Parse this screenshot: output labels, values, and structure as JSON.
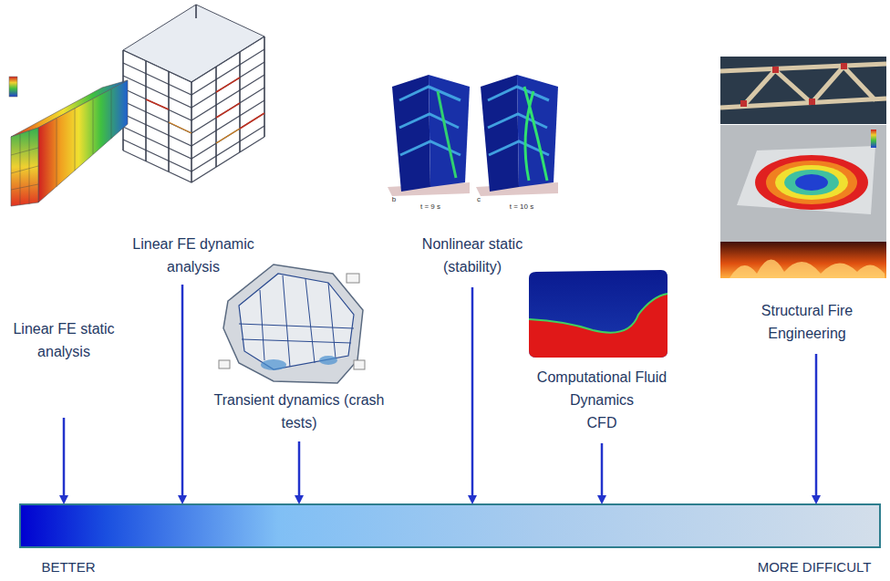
{
  "diagram": {
    "labels": [
      "Linear FE dynamic analysis",
      "Nonlinear static (stability)",
      "Linear FE static analysis",
      "Transient dynamics (crash tests)",
      "Computational Fluid Dynamics",
      "CFD",
      "Structural Fire Engineering",
      "BETTER",
      "MORE DIFFICULT",
      "b",
      "c",
      "t = 9 s",
      "t = 10 s"
    ]
  }
}
